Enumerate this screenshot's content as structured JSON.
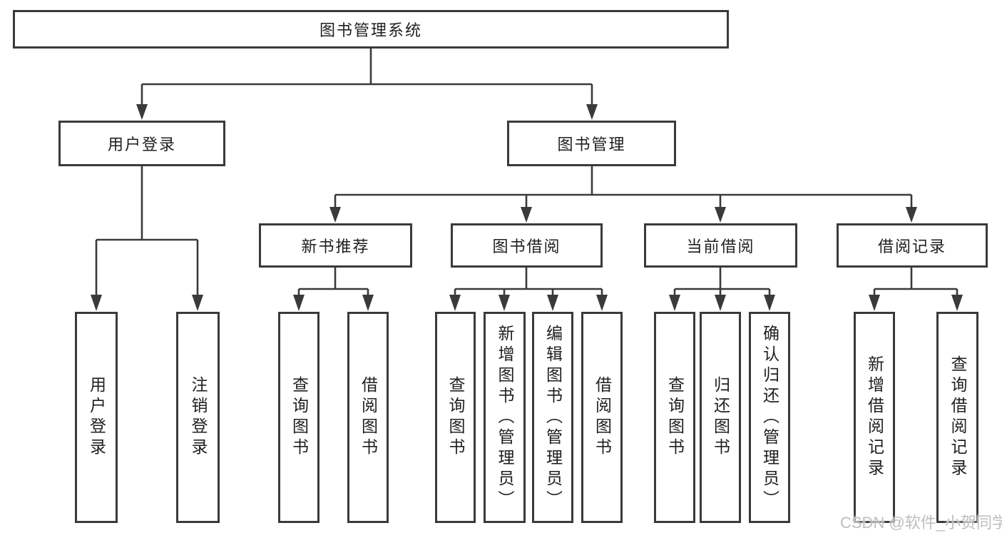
{
  "diagram": {
    "type": "hierarchy-tree",
    "colors": {
      "line": "#3a3a3a",
      "border": "#3a3a3a",
      "text": "#1f1f1f",
      "background": "#ffffff",
      "watermark": "#b8b8b8"
    },
    "watermark": "CSDN @软件_小贺同学",
    "nodes": {
      "root": {
        "label": "图书管理系统"
      },
      "user_login": {
        "label": "用户登录"
      },
      "book_mgmt": {
        "label": "图书管理"
      },
      "new_book_rec": {
        "label": "新书推荐"
      },
      "book_borrow": {
        "label": "图书借阅"
      },
      "current_borrow": {
        "label": "当前借阅"
      },
      "borrow_records": {
        "label": "借阅记录"
      },
      "login_user": {
        "label": "用户登录"
      },
      "login_logout": {
        "label": "注销登录"
      },
      "rec_query": {
        "label": "查询图书"
      },
      "rec_borrow": {
        "label": "借阅图书"
      },
      "bb_query": {
        "label": "查询图书"
      },
      "bb_add": {
        "label": "新增图书（管理员）"
      },
      "bb_edit": {
        "label": "编辑图书（管理员）"
      },
      "bb_borrow": {
        "label": "借阅图书"
      },
      "cb_query": {
        "label": "查询图书"
      },
      "cb_return": {
        "label": "归还图书"
      },
      "cb_confirm": {
        "label": "确认归还（管理员）"
      },
      "br_add": {
        "label": "新增借阅记录"
      },
      "br_query": {
        "label": "查询借阅记录"
      }
    },
    "edges": [
      {
        "from": "root",
        "to": "user_login"
      },
      {
        "from": "root",
        "to": "book_mgmt"
      },
      {
        "from": "user_login",
        "to": "login_user"
      },
      {
        "from": "user_login",
        "to": "login_logout"
      },
      {
        "from": "book_mgmt",
        "to": "new_book_rec"
      },
      {
        "from": "book_mgmt",
        "to": "book_borrow"
      },
      {
        "from": "book_mgmt",
        "to": "current_borrow"
      },
      {
        "from": "book_mgmt",
        "to": "borrow_records"
      },
      {
        "from": "new_book_rec",
        "to": "rec_query"
      },
      {
        "from": "new_book_rec",
        "to": "rec_borrow"
      },
      {
        "from": "book_borrow",
        "to": "bb_query"
      },
      {
        "from": "book_borrow",
        "to": "bb_add"
      },
      {
        "from": "book_borrow",
        "to": "bb_edit"
      },
      {
        "from": "book_borrow",
        "to": "bb_borrow"
      },
      {
        "from": "current_borrow",
        "to": "cb_query"
      },
      {
        "from": "current_borrow",
        "to": "cb_return"
      },
      {
        "from": "current_borrow",
        "to": "cb_confirm"
      },
      {
        "from": "borrow_records",
        "to": "br_add"
      },
      {
        "from": "borrow_records",
        "to": "br_query"
      }
    ]
  }
}
